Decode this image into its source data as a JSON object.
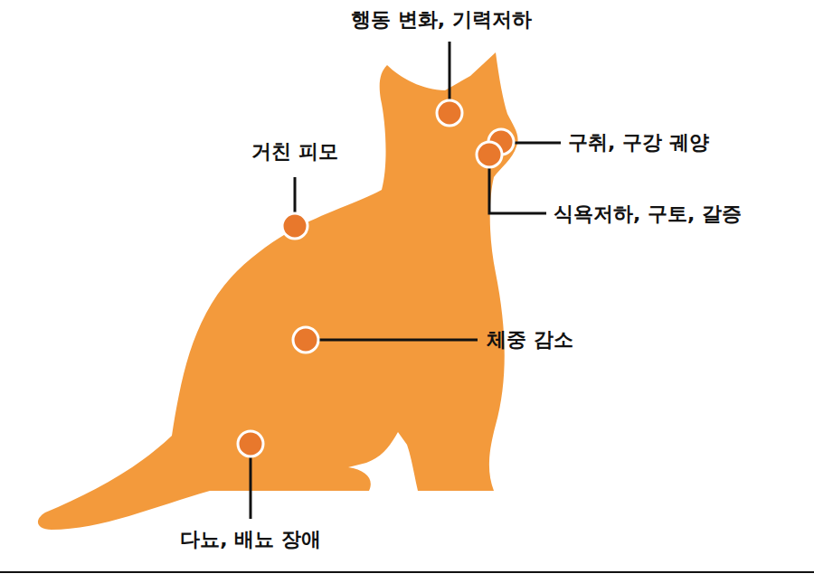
{
  "diagram": {
    "labels": [
      "행동 변화, 기력저하",
      "거친 피모",
      "구취, 구강 궤양",
      "식욕저하, 구토, 갈증",
      "체중 감소",
      "다뇨, 배뇨 장애"
    ]
  }
}
